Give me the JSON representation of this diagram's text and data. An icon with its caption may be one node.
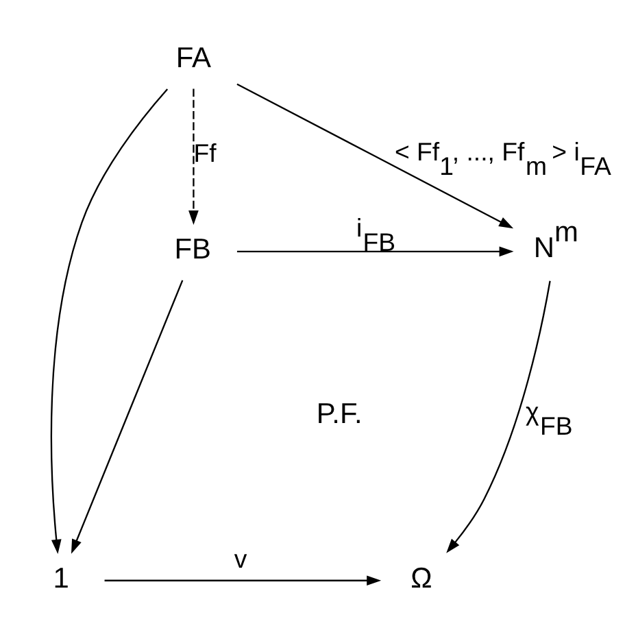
{
  "diagram": {
    "nodes": [
      {
        "text": [
          "FA"
        ]
      },
      {
        "text": [
          "FB"
        ]
      },
      {
        "text": [
          "N$^{m}$"
        ]
      },
      {
        "text": [
          "1"
        ]
      },
      {
        "text": [
          "Ω"
        ]
      }
    ],
    "edges": [
      {
        "from": 0,
        "to": 2,
        "arrow": "to",
        "label": "< Ff$_{1}$, ..., Ff$_{m}$ > i$_{FA}$"
      },
      {
        "from": 0,
        "to": 1,
        "arrow": "to",
        "style": "dashed",
        "label": "Ff"
      },
      {
        "from": 1,
        "to": 2,
        "arrow": "to",
        "label": "i$_{FB}$"
      },
      {
        "from": 0,
        "to": 3,
        "arrow": "to"
      },
      {
        "from": 1,
        "to": 3,
        "arrow": "to"
      },
      {
        "from": 2,
        "to": 4,
        "arrow": "to",
        "label": "χ$_{FB}$"
      },
      {
        "from": 3,
        "to": 4,
        "arrow": "to",
        "label": "v"
      }
    ],
    "labels": [
      "P.F."
    ]
  }
}
